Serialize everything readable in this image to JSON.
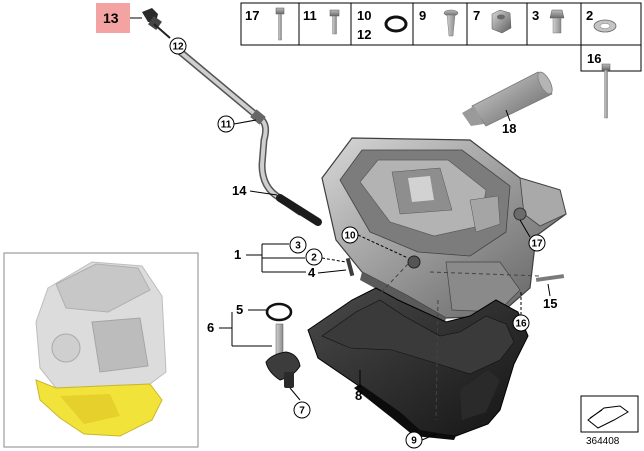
{
  "diagram": {
    "selected_part": "13",
    "legend_numbers": [
      "17",
      "11",
      "10",
      "12",
      "9",
      "7",
      "3",
      "2",
      "16"
    ],
    "parts": {
      "p1": "1",
      "p2": "2",
      "p3": "3",
      "p4": "4",
      "p5": "5",
      "p6": "6",
      "p7": "7",
      "p8": "8",
      "p9": "9",
      "p10": "10",
      "p11": "11",
      "p12": "12",
      "p13": "13",
      "p14": "14",
      "p15": "15",
      "p16": "16",
      "p17": "17",
      "p18": "18"
    },
    "diagram_code": "364408",
    "colors": {
      "highlight": "#f4a3a3",
      "engine_highlight": "#f2e33b"
    }
  }
}
